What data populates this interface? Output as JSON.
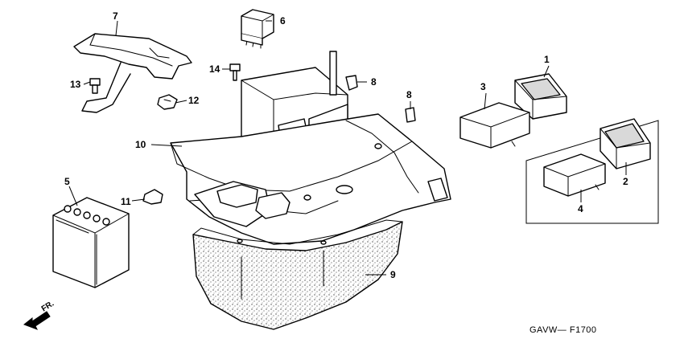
{
  "callouts": [
    "1",
    "2",
    "3",
    "4",
    "5",
    "6",
    "7",
    "8",
    "8",
    "9",
    "10",
    "11",
    "12",
    "13",
    "14"
  ],
  "drawing_code": "GAVW— F1700",
  "direction_label": "FR.",
  "colors": {
    "line": "#000000",
    "background": "#ffffff",
    "fabric_fill": "#d9d9d9"
  }
}
